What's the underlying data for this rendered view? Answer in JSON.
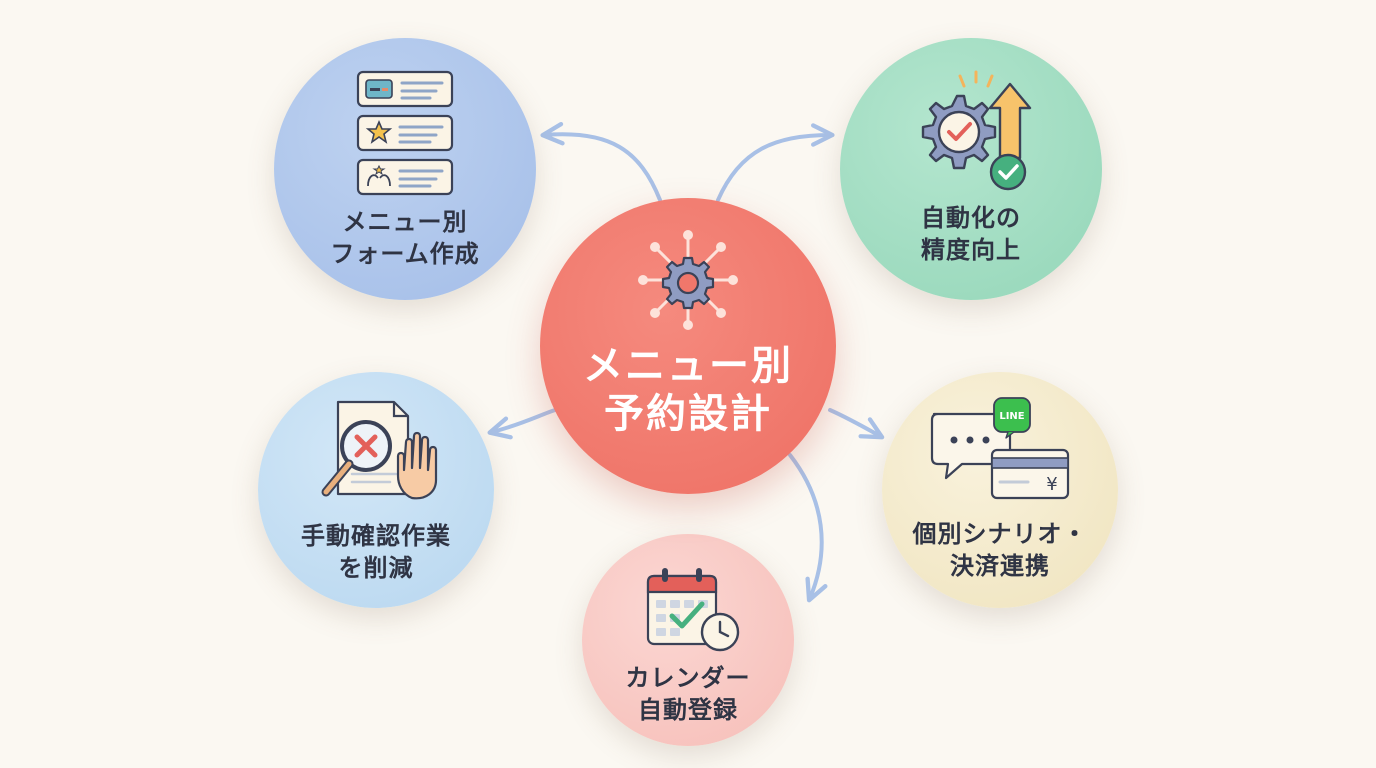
{
  "center": {
    "line1": "メニュー別",
    "line2": "予約設計"
  },
  "nodes": {
    "form": {
      "line1": "メニュー別",
      "line2": "フォーム作成"
    },
    "automation": {
      "line1": "自動化の",
      "line2": "精度向上"
    },
    "manual": {
      "line1": "手動確認作業",
      "line2": "を削減"
    },
    "scenario": {
      "line1": "個別シナリオ・",
      "line2": "決済連携"
    },
    "calendar": {
      "line1": "カレンダー",
      "line2": "自動登録"
    }
  },
  "badges": {
    "line": "LINE",
    "yen": "¥"
  },
  "icons": {
    "center": "gear-network-icon",
    "form": "form-list-icon",
    "automation": "gear-check-arrow-icon",
    "manual": "magnifier-cancel-hand-icon",
    "scenario": "chat-card-icon",
    "calendar": "calendar-clock-icon"
  },
  "colors": {
    "center": "#f0776b",
    "form": "#a9c3ea",
    "automation": "#9fdcc0",
    "manual": "#bfdcf2",
    "scenario": "#f4ebcd",
    "calendar": "#f9c9c4",
    "arrow": "#a8c0e6",
    "accent_check": "#46b07f",
    "accent_red": "#e3605a",
    "line_green": "#3cbf4e"
  }
}
